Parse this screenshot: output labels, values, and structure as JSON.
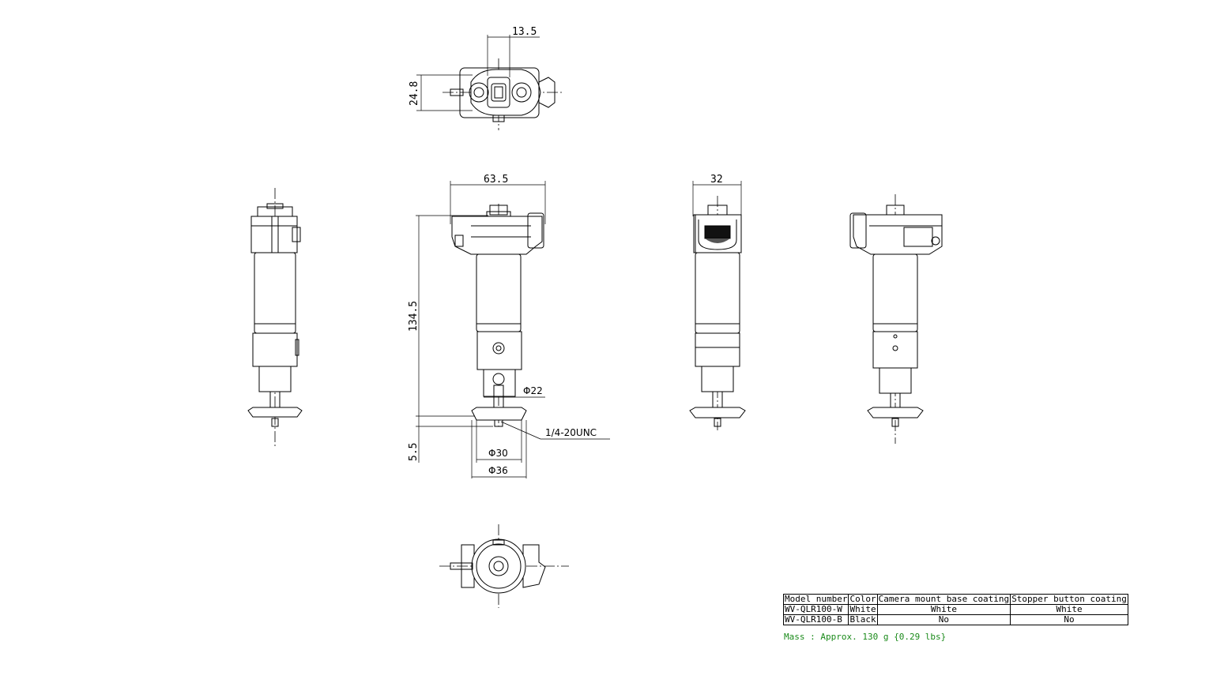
{
  "dimensions": {
    "top_offset": "13.5",
    "top_height": "24.8",
    "front_width": "63.5",
    "side_width": "32",
    "overall_height": "134.5",
    "base_thickness": "5.5",
    "shaft_diameter": "Φ22",
    "thread": "1/4-20UNC",
    "knob_inner_diameter": "Φ30",
    "knob_outer_diameter": "Φ36"
  },
  "table": {
    "headers": [
      "Model number",
      "Color",
      "Camera mount base coating",
      "Stopper button coating"
    ],
    "rows": [
      [
        "WV-QLR100-W",
        "White",
        "White",
        "White"
      ],
      [
        "WV-QLR100-B",
        "Black",
        "No",
        "No"
      ]
    ]
  },
  "mass_note": "Mass : Approx. 130 g {0.29 lbs}",
  "colors": {
    "mass_note": "#1a8a1a",
    "lines": "#000000"
  }
}
